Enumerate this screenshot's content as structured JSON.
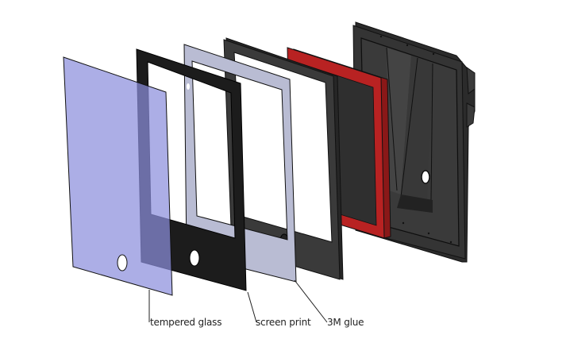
{
  "diagram": {
    "type": "exploded-assembly-view",
    "layers": [
      {
        "id": "tempered-glass",
        "label": "tempered glass",
        "color": "#aaabe0"
      },
      {
        "id": "screen-print",
        "label": "screen print",
        "color": "#1e1e1e"
      },
      {
        "id": "3m-glue",
        "label": "3M glue",
        "color": "#b8bbd2"
      },
      {
        "id": "front-bezel",
        "label": "",
        "color": "#2e2e2e"
      },
      {
        "id": "display-panel",
        "label": "",
        "color": "#b02020"
      },
      {
        "id": "back-enclosure",
        "label": "",
        "color": "#303030"
      }
    ],
    "callouts": [
      {
        "text": "tempered glass",
        "target": "tempered-glass"
      },
      {
        "text": "screen print",
        "target": "screen-print"
      },
      {
        "text": "3M glue",
        "target": "3m-glue"
      }
    ]
  }
}
